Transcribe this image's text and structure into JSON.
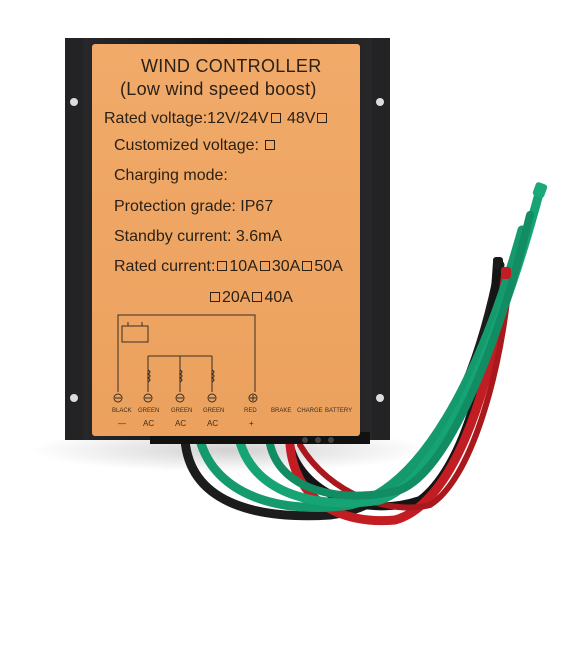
{
  "label": {
    "title": "WIND CONTROLLER",
    "subtitle": "(Low wind speed boost)",
    "rated_voltage_prefix": "Rated voltage:12V/24V",
    "rated_voltage_48": "48V",
    "customized_voltage": "Customized voltage:",
    "charging_mode": "Charging mode:",
    "protection_grade": "Protection grade: IP67",
    "standby_current": "Standby current: 3.6mA",
    "rated_current_prefix": "Rated current:",
    "current_options_row1": [
      "10A",
      "30A",
      "50A"
    ],
    "current_options_row2": [
      "20A",
      "40A"
    ]
  },
  "terminals": [
    {
      "name": "BLACK",
      "sign": "—"
    },
    {
      "name": "GREEN",
      "sign": "AC"
    },
    {
      "name": "GREEN",
      "sign": "AC"
    },
    {
      "name": "GREEN",
      "sign": "AC"
    },
    {
      "name": "RED",
      "sign": "+"
    },
    {
      "name": "BRAKE",
      "sign": ""
    },
    {
      "name": "CHARGE",
      "sign": ""
    },
    {
      "name": "BATTERY",
      "sign": ""
    }
  ],
  "colors": {
    "label_bg": "#efa764",
    "housing": "#1c1c1e",
    "wire_green": "#159a6e",
    "wire_red": "#c41e22",
    "wire_black": "#1a1a1a"
  }
}
